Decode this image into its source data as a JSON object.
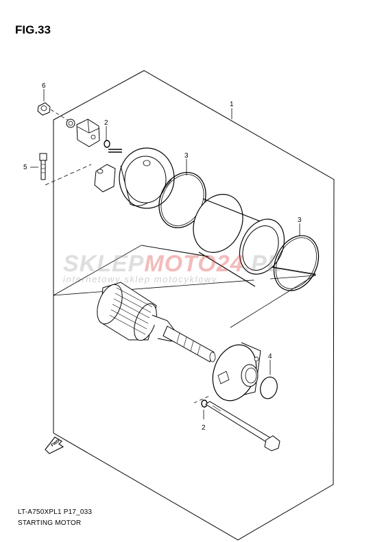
{
  "figure": {
    "title": "FIG.33",
    "model_code": "LT-A750XPL1 P17_033",
    "caption": "STARTING MOTOR"
  },
  "callouts": [
    {
      "id": "c1",
      "label": "1"
    },
    {
      "id": "c2a",
      "label": "2"
    },
    {
      "id": "c2b",
      "label": "2"
    },
    {
      "id": "c3a",
      "label": "3"
    },
    {
      "id": "c3b",
      "label": "3"
    },
    {
      "id": "c4",
      "label": "4"
    },
    {
      "id": "c5",
      "label": "5"
    },
    {
      "id": "c6",
      "label": "6"
    }
  ],
  "direction_marker": {
    "label": "FWD",
    "icon": "fwd-arrow-icon"
  },
  "watermark": {
    "brand_part1": "SKLEP",
    "brand_part2": "MOTO",
    "brand_part3": "24",
    "brand_part4": ".PL",
    "tagline": "internetowy sklep motocyklowy",
    "accent_color": "#dc3c3c"
  }
}
